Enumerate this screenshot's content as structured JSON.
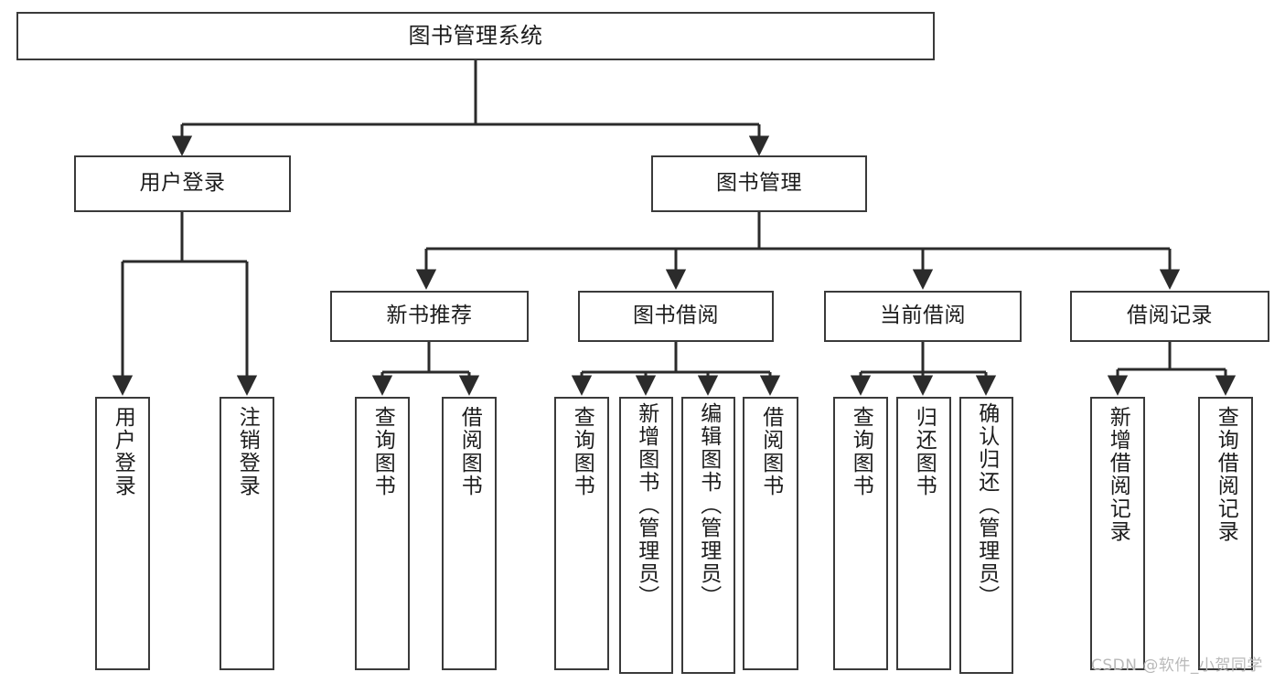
{
  "diagram": {
    "type": "tree-hierarchy",
    "title": "图书管理系统",
    "orientation": "top-down",
    "colors": {
      "box_border": "#3a3a3a",
      "box_fill": "#ffffff",
      "edge": "#2b2b2b",
      "text": "#1c1c1c",
      "watermark": "#b9b9b9",
      "background": "#ffffff"
    },
    "nodes": {
      "root": {
        "label": "图书管理系统",
        "level": 0,
        "text_direction": "horizontal"
      },
      "level1": [
        {
          "id": "user-login",
          "label": "用户登录",
          "text_direction": "horizontal"
        },
        {
          "id": "book-manage",
          "label": "图书管理",
          "text_direction": "horizontal"
        }
      ],
      "level2": [
        {
          "id": "new-book-recommend",
          "label": "新书推荐",
          "parent": "book-manage",
          "text_direction": "horizontal"
        },
        {
          "id": "book-borrow",
          "label": "图书借阅",
          "parent": "book-manage",
          "text_direction": "horizontal"
        },
        {
          "id": "current-borrow",
          "label": "当前借阅",
          "parent": "book-manage",
          "text_direction": "horizontal"
        },
        {
          "id": "borrow-record",
          "label": "借阅记录",
          "parent": "book-manage",
          "text_direction": "horizontal"
        }
      ],
      "leaves": [
        {
          "id": "leaf-user-login",
          "label": "用户登录",
          "parent": "user-login",
          "text_direction": "vertical"
        },
        {
          "id": "leaf-logout",
          "label": "注销登录",
          "parent": "user-login",
          "text_direction": "vertical"
        },
        {
          "id": "leaf-query-book-1",
          "label": "查询图书",
          "parent": "new-book-recommend",
          "text_direction": "vertical"
        },
        {
          "id": "leaf-borrow-book-1",
          "label": "借阅图书",
          "parent": "new-book-recommend",
          "text_direction": "vertical"
        },
        {
          "id": "leaf-query-book-2",
          "label": "查询图书",
          "parent": "book-borrow",
          "text_direction": "vertical"
        },
        {
          "id": "leaf-add-book",
          "label": "新增图书（管理员）",
          "parent": "book-borrow",
          "text_direction": "vertical"
        },
        {
          "id": "leaf-edit-book",
          "label": "编辑图书（管理员）",
          "parent": "book-borrow",
          "text_direction": "vertical"
        },
        {
          "id": "leaf-borrow-book-2",
          "label": "借阅图书",
          "parent": "book-borrow",
          "text_direction": "vertical"
        },
        {
          "id": "leaf-query-book-3",
          "label": "查询图书",
          "parent": "current-borrow",
          "text_direction": "vertical"
        },
        {
          "id": "leaf-return-book",
          "label": "归还图书",
          "parent": "current-borrow",
          "text_direction": "vertical"
        },
        {
          "id": "leaf-confirm-return",
          "label": "确认归还（管理员）",
          "parent": "current-borrow",
          "text_direction": "vertical"
        },
        {
          "id": "leaf-add-record",
          "label": "新增借阅记录",
          "parent": "borrow-record",
          "text_direction": "vertical"
        },
        {
          "id": "leaf-query-record",
          "label": "查询借阅记录",
          "parent": "borrow-record",
          "text_direction": "vertical"
        }
      ]
    },
    "watermark": "CSDN @软件_小贺同学"
  }
}
